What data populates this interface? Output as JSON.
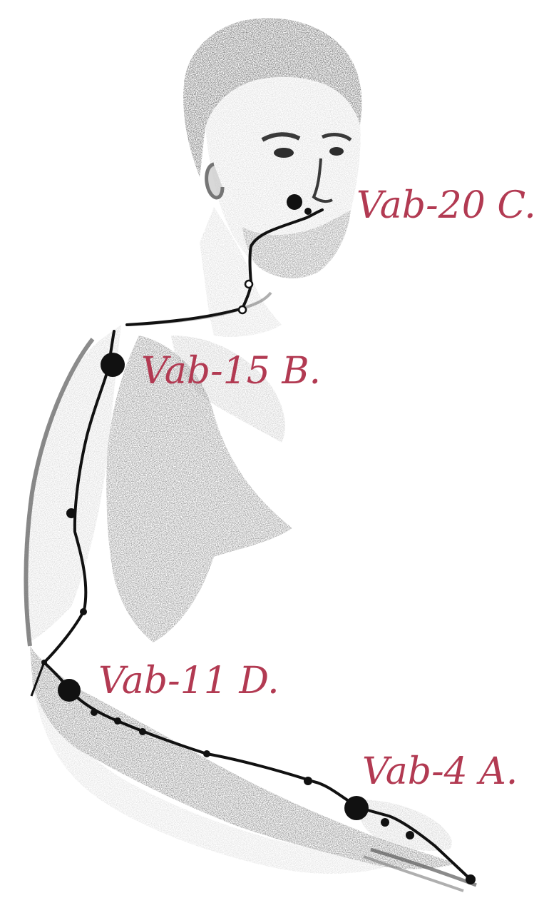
{
  "colors": {
    "label": "#b23a52",
    "line": "#111111",
    "shade_dark": "#4a4a4a",
    "shade_mid": "#7a7a7a",
    "shade_light": "#b5b5b5",
    "background": "#ffffff"
  },
  "points": {
    "vab20": {
      "label": "Vab-20 C."
    },
    "vab15": {
      "label": "Vab-15 B."
    },
    "vab11": {
      "label": "Vab-11 D."
    },
    "vab4": {
      "label": "Vab-4 A."
    }
  }
}
